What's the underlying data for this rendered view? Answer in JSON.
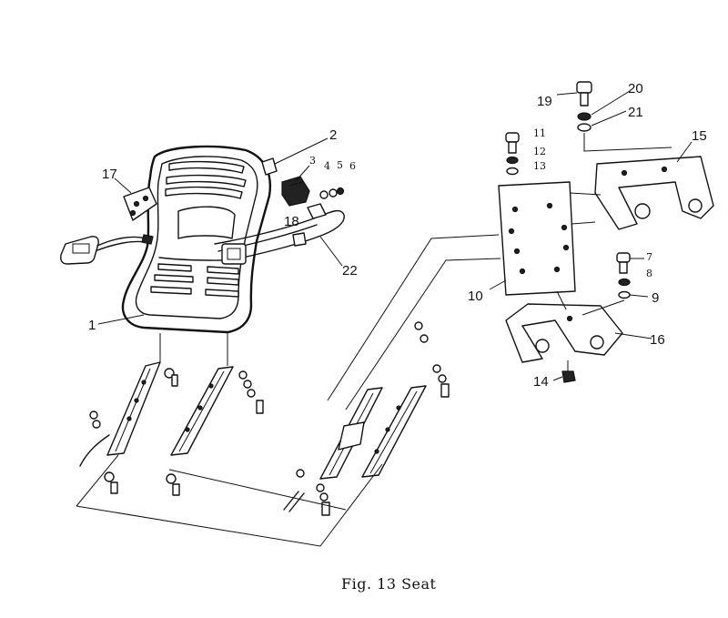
{
  "figure": {
    "caption": "Fig. 13 Seat"
  },
  "labels": {
    "l1": "1",
    "l2": "2",
    "l3": "3",
    "l4": "4",
    "l5": "5",
    "l6": "6",
    "l7": "7",
    "l8": "8",
    "l9": "9",
    "l10": "10",
    "l11": "11",
    "l12": "12",
    "l13": "13",
    "l14": "14",
    "l15": "15",
    "l16": "16",
    "l17": "17",
    "l18": "18",
    "l19": "19",
    "l20": "20",
    "l21": "21",
    "l22": "22"
  }
}
